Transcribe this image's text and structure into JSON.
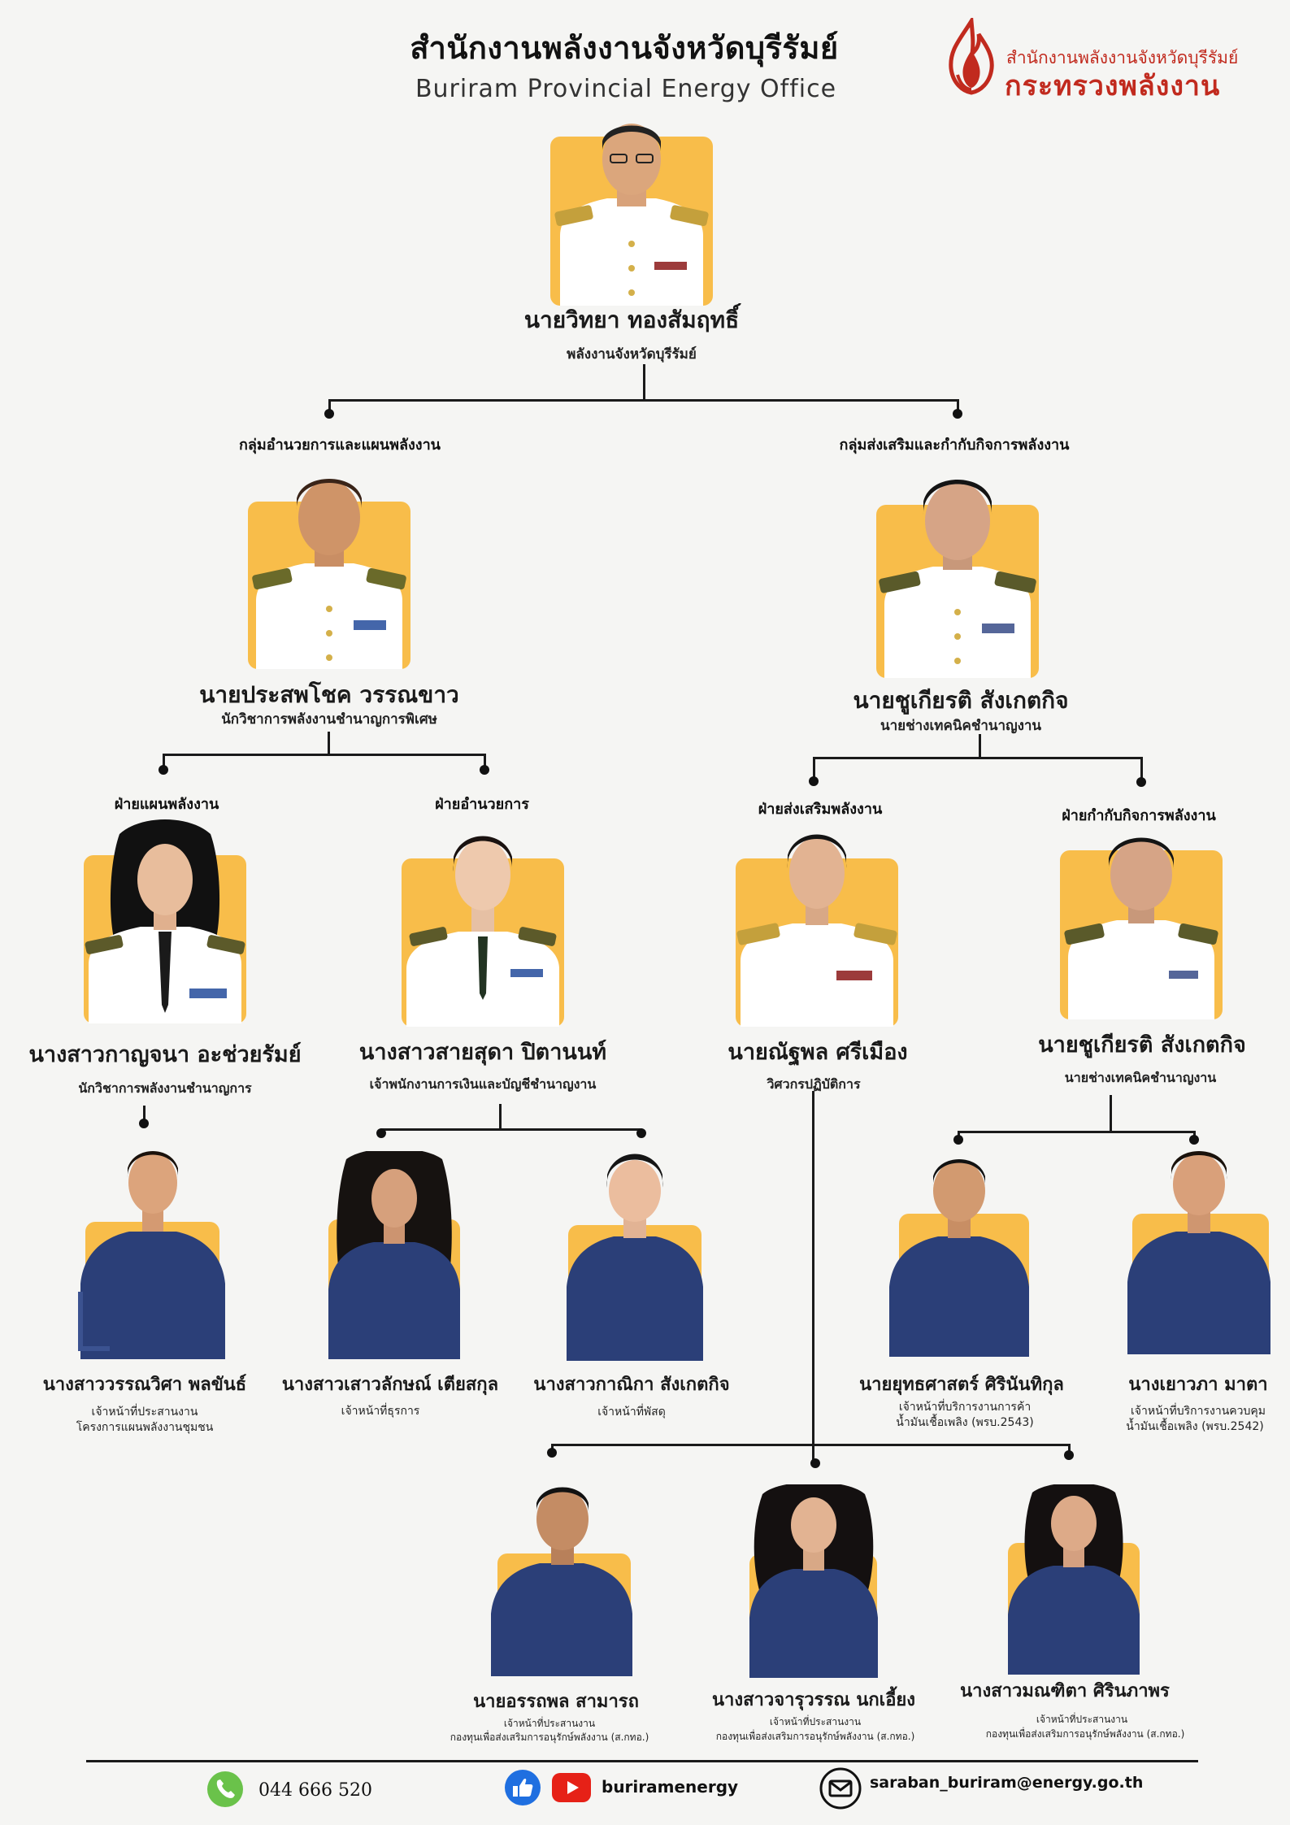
{
  "header": {
    "title_th": "สำนักงานพลังงานจังหวัดบุรีรัมย์",
    "title_en": "Buriram Provincial Energy Office"
  },
  "logo": {
    "line1": "สำนักงานพลังงานจังหวัดบุรีรัมย์",
    "line2": "กระทรวงพลังงาน",
    "icon": "flame-icon"
  },
  "colors": {
    "photo_bg": "#f8bd4a",
    "white_uniform": "#ffffff",
    "blue_shirt": "#2b3f78",
    "skin": "#d9a37c",
    "line": "#1a1a1a",
    "logo_red": "#c12a1e"
  },
  "director": {
    "name": "นายวิทยา ทองสัมฤทธิ์",
    "position": "พลังงานจังหวัดบุรีรัมย์"
  },
  "groups": {
    "left": {
      "label": "กลุ่มอำนวยการและแผนพลังงาน",
      "head_name": "นายประสพโชค วรรณขาว",
      "head_position": "นักวิชาการพลังงานชำนาญการพิเศษ"
    },
    "right": {
      "label": "กลุ่มส่งเสริมและกำกับกิจการพลังงาน",
      "head_name": "นายชูเกียรติ สังเกตกิจ",
      "head_position": "นายช่างเทคนิคชำนาญงาน"
    }
  },
  "divisions": [
    {
      "label": "ฝ่ายแผนพลังงาน",
      "name": "นางสาวกาญจนา อะช่วยรัมย์",
      "position": "นักวิชาการพลังงานชำนาญการ"
    },
    {
      "label": "ฝ่ายอำนวยการ",
      "name": "นางสาวสายสุดา ปิตานนท์",
      "position": "เจ้าพนักงานการเงินและบัญชีชำนาญงาน"
    },
    {
      "label": "ฝ่ายส่งเสริมพลังงาน",
      "name": "นายณัฐพล ศรีเมือง",
      "position": "วิศวกรปฏิบัติการ"
    },
    {
      "label": "ฝ่ายกำกับกิจการพลังงาน",
      "name": "นายชูเกียรติ สังเกตกิจ",
      "position": "นายช่างเทคนิคชำนาญงาน"
    }
  ],
  "staff": [
    {
      "name": "นางสาววรรณวิศา พลขันธ์",
      "position1": "เจ้าหน้าที่ประสานงาน",
      "position2": "โครงการแผนพลังงานชุมชน"
    },
    {
      "name": "นางสาวเสาวลักษณ์ เตียสกุล",
      "position1": "เจ้าหน้าที่ธุรการ",
      "position2": ""
    },
    {
      "name": "นางสาวกาณิกา สังเกตกิจ",
      "position1": "เจ้าหน้าที่พัสดุ",
      "position2": ""
    },
    {
      "name": "นายยุทธศาสตร์ ศิรินันทิกุล",
      "position1": "เจ้าหน้าที่บริการงานการค้า",
      "position2": "น้ำมันเชื้อเพลิง (พรบ.2543)"
    },
    {
      "name": "นางเยาวภา มาตา",
      "position1": "เจ้าหน้าที่บริการงานควบคุม",
      "position2": "น้ำมันเชื้อเพลิง (พรบ.2542)"
    },
    {
      "name": "นายอรรถพล สามารถ",
      "position1": "เจ้าหน้าที่ประสานงาน",
      "position2": "กองทุนเพื่อส่งเสริมการอนุรักษ์พลังงาน (ส.กทอ.)"
    },
    {
      "name": "นางสาวจารุวรรณ นกเอี้ยง",
      "position1": "เจ้าหน้าที่ประสานงาน",
      "position2": "กองทุนเพื่อส่งเสริมการอนุรักษ์พลังงาน (ส.กทอ.)"
    },
    {
      "name": "นางสาวมณฑิตา ศิรินภาพร",
      "position1": "เจ้าหน้าที่ประสานงาน",
      "position2": "กองทุนเพื่อส่งเสริมการอนุรักษ์พลังงาน (ส.กทอ.)"
    }
  ],
  "footer": {
    "phone": "044 666 520",
    "social": "buriramenergy",
    "email": "saraban_buriram@energy.go.th",
    "phone_icon": "phone-icon",
    "like_icon": "like-icon",
    "youtube_icon": "youtube-icon",
    "email_icon": "email-icon"
  }
}
